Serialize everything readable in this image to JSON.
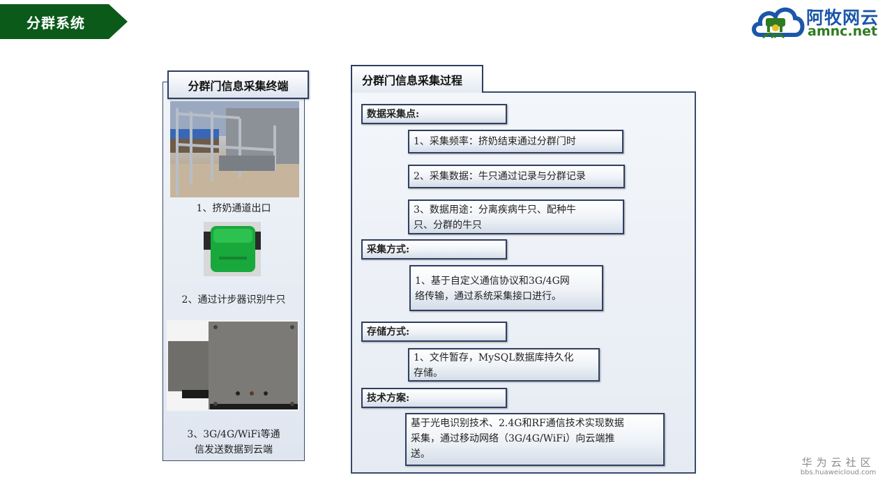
{
  "header": {
    "title": "分群系统",
    "banner_color": "#0b5a1a"
  },
  "logo": {
    "name_cn": "阿牧网云",
    "name_en": "amnc.net",
    "icon": "cloud-cow-logo-icon"
  },
  "terminal_panel": {
    "title": "分群门信息采集终端",
    "items": [
      {
        "image": "milking-exit-gate-photo",
        "caption": "1、挤奶通道出口"
      },
      {
        "image": "green-pedometer-photo",
        "caption": "2、通过计步器识别牛只"
      },
      {
        "image": "gray-communication-box-photo",
        "caption_line1": "3、3G/4G/WiFi等通",
        "caption_line2": "信发送数据到云端"
      }
    ]
  },
  "process_panel": {
    "title": "分群门信息采集过程",
    "sections": [
      {
        "heading": "数据采集点:",
        "items": [
          {
            "text": "1、采集频率：挤奶结束通过分群门时"
          },
          {
            "text": "2、采集数据：牛只通过记录与分群记录"
          },
          {
            "line1": "3、数据用途：分离疾病牛只、配种牛",
            "line2": "只、分群的牛只"
          }
        ]
      },
      {
        "heading": "采集方式:",
        "items": [
          {
            "line1": "1、基于自定义通信协议和3G/4G网",
            "line2": "络传输，通过系统采集接口进行。"
          }
        ]
      },
      {
        "heading": "存储方式:",
        "items": [
          {
            "line1": "1、文件暂存，MySQL数据库持久化",
            "line2": "存储。"
          }
        ]
      },
      {
        "heading": "技术方案:",
        "items": [
          {
            "line1": "基于光电识别技术、2.4G和RF通信技术实现数据",
            "line2": "采集，通过移动网络（3G/4G/WiFi）向云端推",
            "line3": "送。"
          }
        ]
      }
    ]
  },
  "watermark": {
    "cn": "华为云社区",
    "en": "bbs.huaweicloud.com"
  }
}
